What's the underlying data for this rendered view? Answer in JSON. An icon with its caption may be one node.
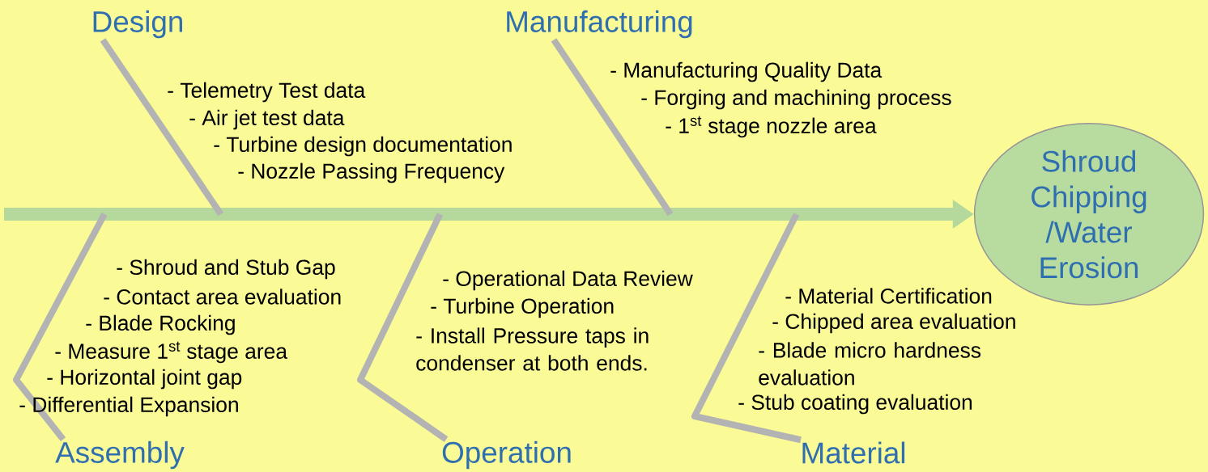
{
  "diagram": {
    "nodes": [
      {
        "text": [
          "Shroud Chipping /Water Erosion"
        ]
      },
      {
        "text": [
          "Design"
        ]
      },
      {
        "text": [
          "Manufacturing"
        ]
      },
      {
        "text": [
          "Assembly"
        ]
      },
      {
        "text": [
          "Operation"
        ]
      },
      {
        "text": [
          "Material"
        ]
      }
    ],
    "edges": [
      {
        "from": null,
        "to": 0,
        "arrow": "to",
        "color": "#b5d99c"
      },
      {
        "from": 1,
        "to": 0,
        "arrow": "to"
      },
      {
        "from": 2,
        "to": 0,
        "arrow": "to"
      },
      {
        "from": 3,
        "to": 0,
        "arrow": "to"
      },
      {
        "from": 4,
        "to": 0,
        "arrow": "to"
      },
      {
        "from": 5,
        "to": 0,
        "arrow": "to"
      }
    ],
    "labels": [
      "- Telemetry Test data",
      "- Air jet test data",
      "- Turbine design documentation",
      "- Nozzle Passing Frequency",
      "- Manufacturing Quality Data",
      "- Forging and machining process",
      "- 1$^{st}$ stage nozzle area",
      "- Shroud and Stub Gap",
      "- Contact area evaluation",
      "- Blade Rocking",
      "- Measure 1$^{st}$ stage area",
      "- Horizontal joint gap",
      "- Differential Expansion",
      "- Operational Data Review",
      "- Turbine Operation",
      "- Install Pressure taps in condenser at both ends.",
      "- Material Certification",
      "- Chipped area evaluation",
      "- Blade micro hardness evaluation",
      "- Stub coating evaluation"
    ]
  }
}
